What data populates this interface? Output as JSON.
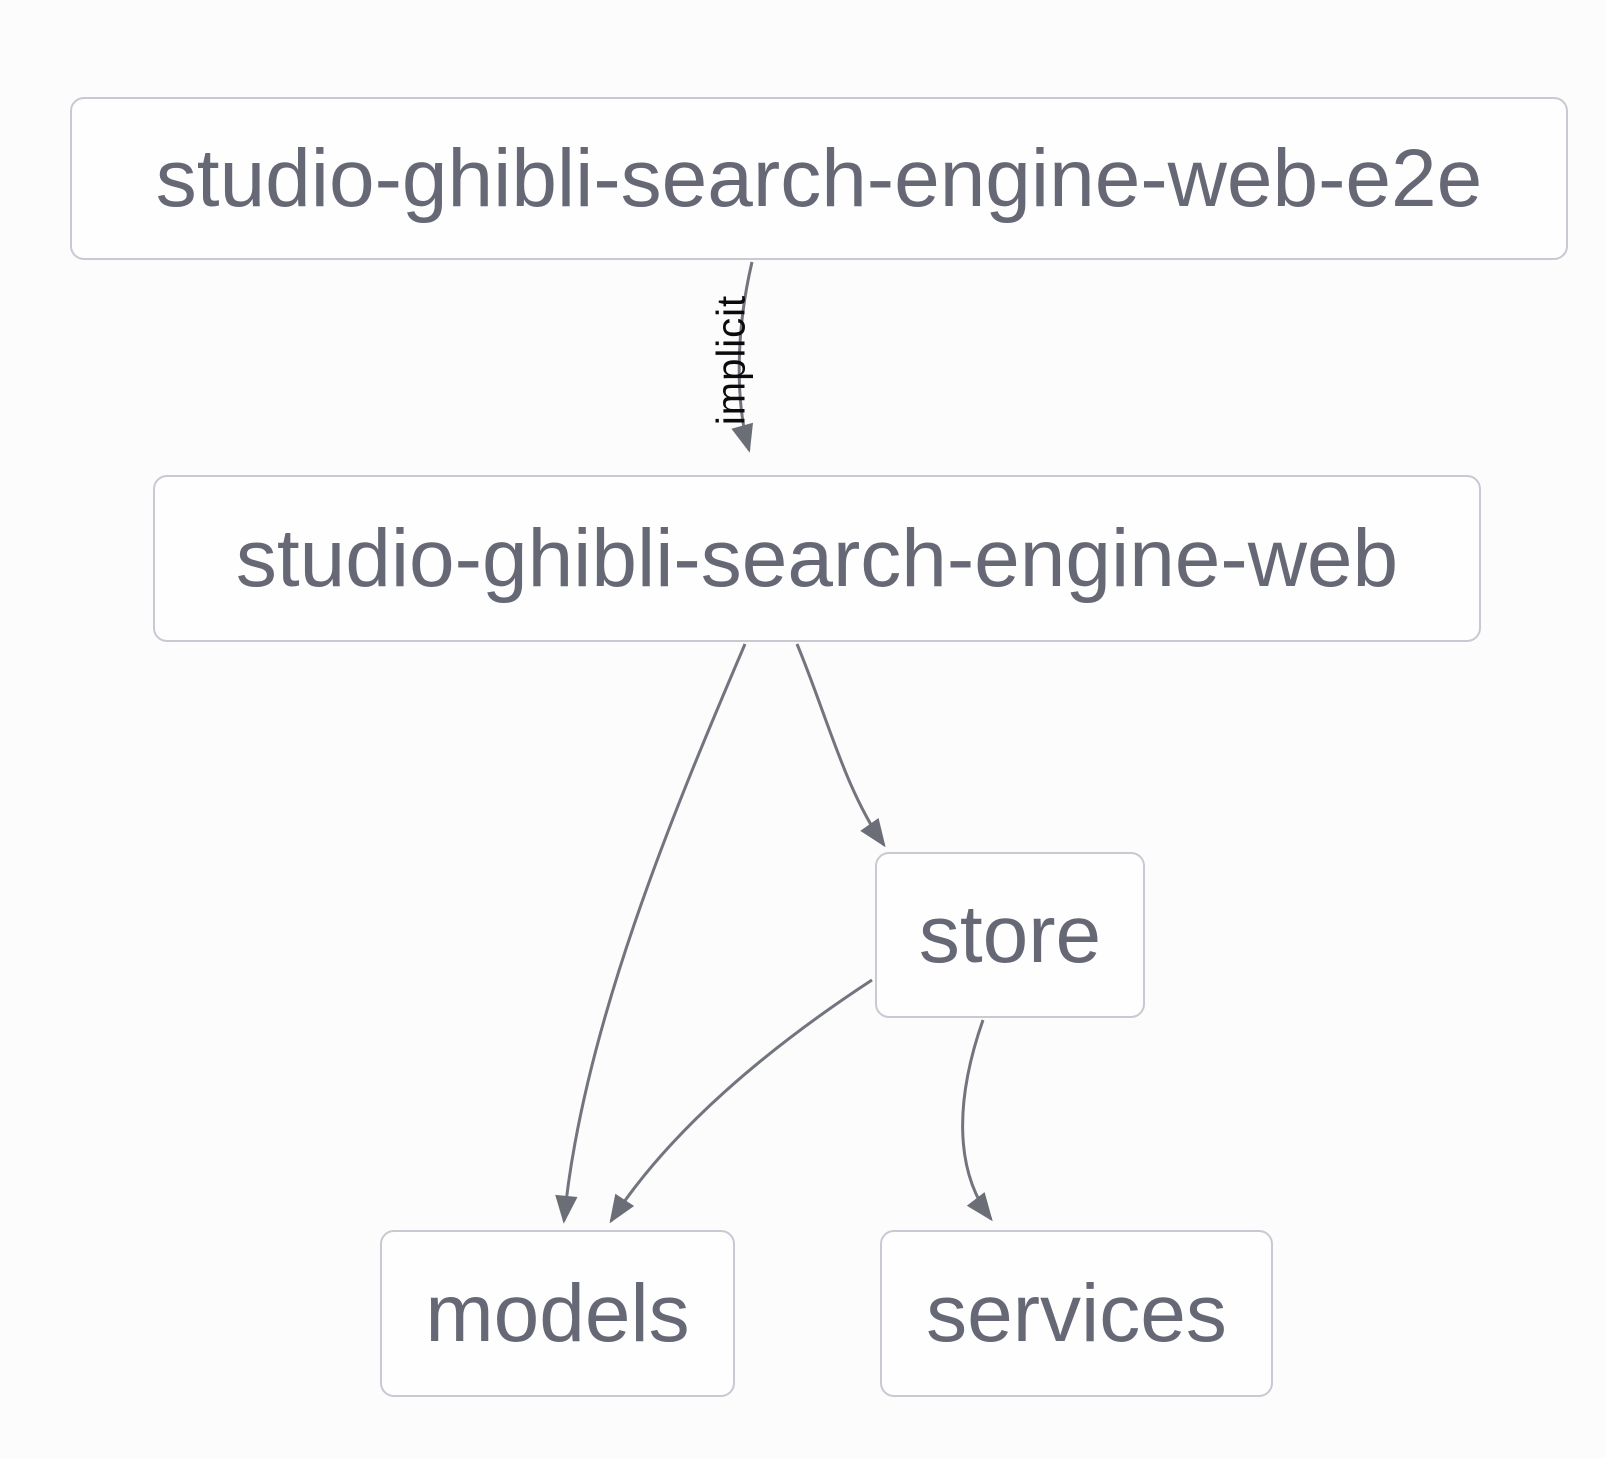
{
  "diagram": {
    "type": "dependency-graph",
    "nodes": [
      {
        "id": "e2e",
        "label": "studio-ghibli-search-engine-web-e2e"
      },
      {
        "id": "web",
        "label": "studio-ghibli-search-engine-web"
      },
      {
        "id": "store",
        "label": "store"
      },
      {
        "id": "models",
        "label": "models"
      },
      {
        "id": "services",
        "label": "services"
      }
    ],
    "edges": [
      {
        "from": "studio-ghibli-search-engine-web-e2e",
        "to": "studio-ghibli-search-engine-web",
        "label": "implicit"
      },
      {
        "from": "studio-ghibli-search-engine-web",
        "to": "models",
        "label": ""
      },
      {
        "from": "studio-ghibli-search-engine-web",
        "to": "store",
        "label": ""
      },
      {
        "from": "store",
        "to": "models",
        "label": ""
      },
      {
        "from": "store",
        "to": "services",
        "label": ""
      }
    ],
    "colors": {
      "background": "#fcfcfd",
      "node_fill": "#fefefe",
      "node_border": "#c8c9d1",
      "node_text": "#666975",
      "edge": "#72747e",
      "arrowhead": "#6b6d77",
      "edge_label_text": "#0b0b0d"
    }
  }
}
